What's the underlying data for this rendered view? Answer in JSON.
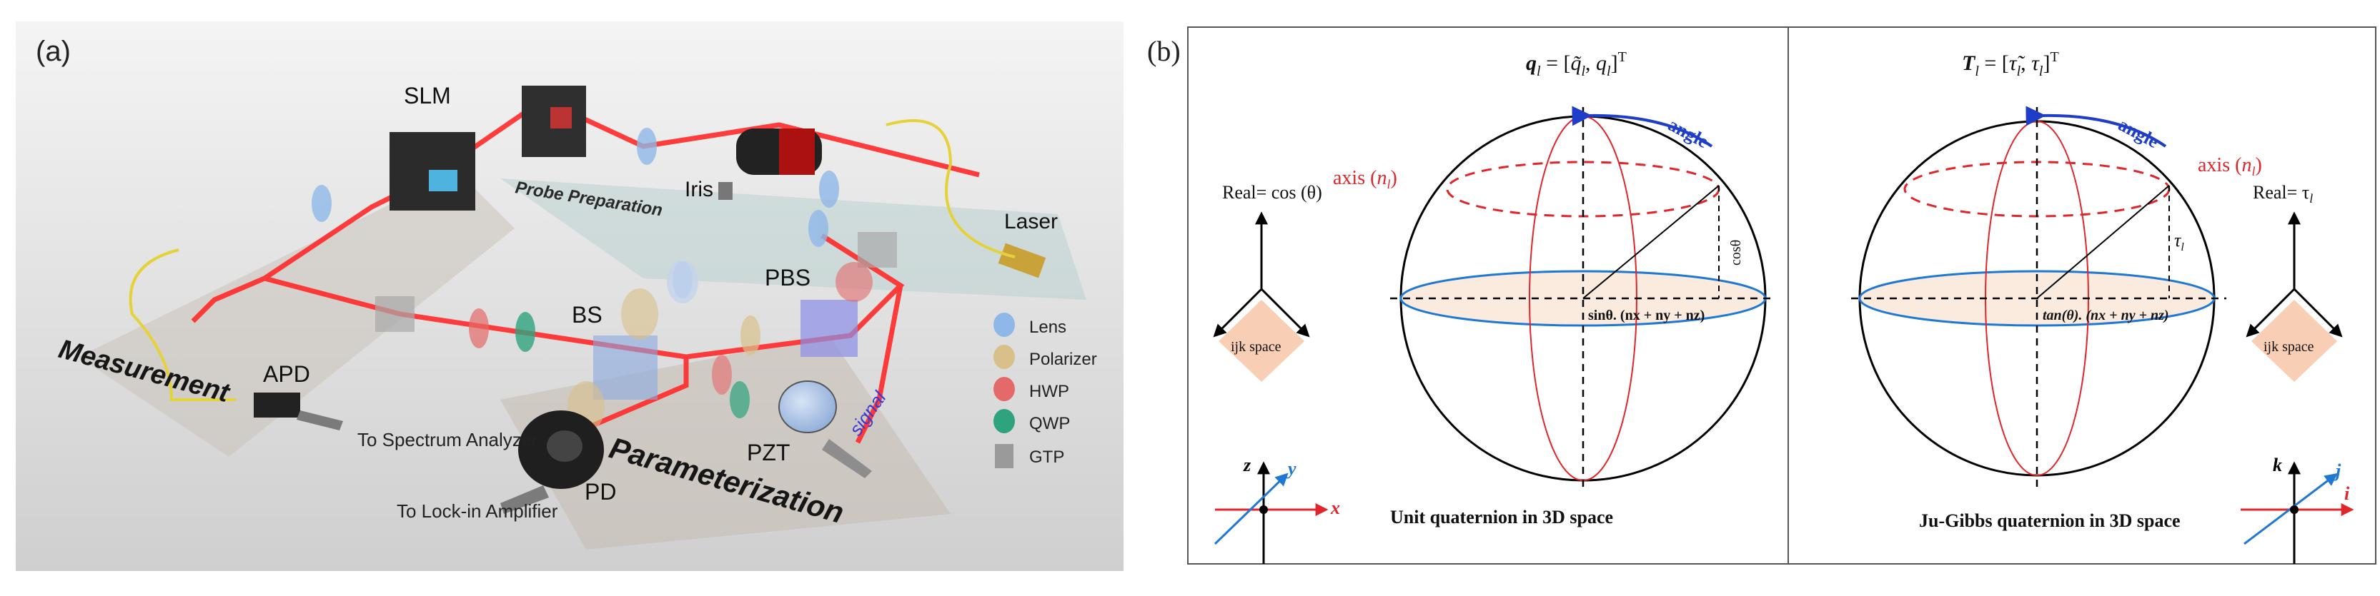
{
  "panel_a": {
    "label": "(a)",
    "components": {
      "slm": "SLM",
      "iris": "Iris",
      "laser": "Laser",
      "pbs": "PBS",
      "bs": "BS",
      "apd": "APD",
      "pd": "PD",
      "pzt": "PZT",
      "signal": "signal"
    },
    "sections": {
      "probe": "Probe Preparation",
      "measurement": "Measurement",
      "parameterization": "Parameterization"
    },
    "outputs": {
      "spectrum": "To Spectrum Analyzer",
      "lockin": "To Lock-in Amplifier"
    },
    "legend": [
      {
        "label": "Lens",
        "color": "#8fb8e8"
      },
      {
        "label": "Polarizer",
        "color": "#d9c08a"
      },
      {
        "label": "HWP",
        "color": "#e46a6a"
      },
      {
        "label": "QWP",
        "color": "#2ea37e"
      },
      {
        "label": "GTP",
        "color": "#9a9a9a"
      }
    ]
  },
  "panel_b": {
    "label": "(b)",
    "left": {
      "formula_lhs": "q",
      "formula_sub": "l",
      "formula_rhs_1": "q̃",
      "formula_rhs_2": "q",
      "angle": "angle",
      "axis": "axis (",
      "axis_n": "n",
      "axis_sub": "l",
      "axis_close": ")",
      "real": "Real= cos (θ)",
      "ijk": "ijk  space",
      "vertical": "cosθ",
      "equator": "sinθ. (n",
      "equator_tail": "x + ny + nz)",
      "caption": "Unit quaternion  in 3D space",
      "axes": {
        "vertical": "z",
        "diagonal": "y",
        "horizontal": "x"
      }
    },
    "right": {
      "formula_lhs": "T",
      "formula_sub": "l",
      "formula_rhs_1": "τ̃",
      "formula_rhs_2": "τ",
      "angle": "angle",
      "axis": "axis (",
      "axis_n": "n",
      "axis_sub": "l",
      "axis_close": ")",
      "real": "Real= τ",
      "real_sub": "l",
      "ijk": "ijk  space",
      "vertical": "τ",
      "vertical_sub": "l",
      "equator": "tan(θ). (n",
      "equator_tail": "x + ny + nz)",
      "caption": "Ju-Gibbs quaternion  in 3D space",
      "axes": {
        "vertical": "k",
        "diagonal": "j",
        "horizontal": "i"
      }
    }
  }
}
